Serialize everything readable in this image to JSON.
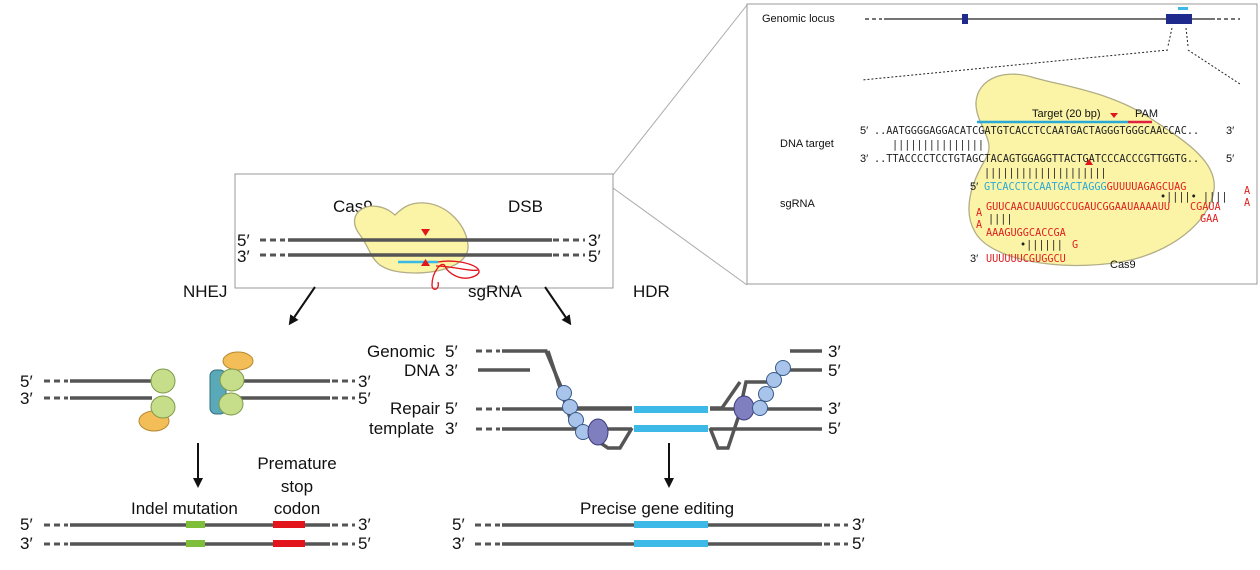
{
  "colors": {
    "cas9_fill": "#fbf4a6",
    "cas9_stroke": "#b2ad86",
    "dna_strand": "#555555",
    "edit_blue": "#3cb9e6",
    "insertion_green": "#7fbe3a",
    "stop_red": "#e3151c",
    "pam_red": "#e0203f",
    "exon_navy": "#1e2b8c",
    "protein_green": "#c6de8a",
    "protein_orange": "#f3bd58",
    "protein_teal": "#5aa9b9",
    "bead_blue": "#a9c4ea",
    "bead_purple": "#7f7fbf"
  },
  "overview": {
    "cas9": "Cas9",
    "dsb": "DSB",
    "sgrna": "sgRNA",
    "top_left": "5′",
    "bottom_left": "3′",
    "top_right": "3′",
    "bottom_right": "5′"
  },
  "nhej": {
    "title": "NHEJ",
    "ends_top_left": "5′",
    "ends_bottom_left": "3′",
    "ends_top_right": "3′",
    "ends_bottom_right": "5′",
    "result_label": "Indel mutation",
    "stop_line1": "Premature",
    "stop_line2": "stop",
    "stop_line3": "codon",
    "res_top_left": "5′",
    "res_bottom_left": "3′",
    "res_top_right": "3′",
    "res_bottom_right": "5′"
  },
  "hdr": {
    "title": "HDR",
    "genomic_line1": "Genomic",
    "genomic_line2": "DNA",
    "repair_line1": "Repair",
    "repair_line2": "template",
    "g5": "5′",
    "g3": "3′",
    "r5": "5′",
    "r3": "3′",
    "right_g3": "3′",
    "right_g5": "5′",
    "right_r3": "3′",
    "right_r5": "5′",
    "result_label": "Precise gene editing",
    "res_top_left": "5′",
    "res_bottom_left": "3′",
    "res_top_right": "3′",
    "res_bottom_right": "5′"
  },
  "inset": {
    "genomic_locus": "Genomic locus",
    "dna_target": "DNA target",
    "sgrna": "sgRNA",
    "target_label": "Target (20 bp)",
    "pam": "PAM",
    "cas9": "Cas9",
    "top5": "5′",
    "top3": "3′",
    "bot3": "3′",
    "bot5": "5′",
    "rna5": "5′",
    "rna3": "3′",
    "top_seq_a": "..AATGGGGAGGACATC",
    "top_seq_b": "GATGTCACCTCCAATGACTAGGGT",
    "top_seq_c": "GGG",
    "top_seq_d": "CAACCAC..",
    "pair_bars_1": "|||||||||||||||",
    "bot_seq_a": "..TTACCCCTCCTGTAG",
    "bot_seq_b": "CTACAGTGGAGGTTACTGATCCCA",
    "bot_seq_c": "CCC",
    "bot_seq_d": "GTTGGTG..",
    "pair_bars_2": "||||||||||||||||||||",
    "rna_spacer": "GTCACCTCCAATGACTAGGG",
    "rna_rep1": "GUUUUAGAGCUAG",
    "rna_loop1a": "A",
    "rna_loop1b": "A",
    "rna_bars1": "•||||•  ||||",
    "rna_anti": "GUUCAACUAUUGCCUGAUCGGAAUAAAAUU",
    "rna_anti2": "CGAUA",
    "rna_gaa": "GAA",
    "rna_loopa": "A",
    "rna_loopb": "A",
    "rna_bars2": "||||",
    "rna_hp1": "AAAGUGGCACCGA",
    "rna_bars3": "•||||||",
    "rna_g": "G",
    "rna_tail": "UUUUUUCGUGGCU"
  }
}
